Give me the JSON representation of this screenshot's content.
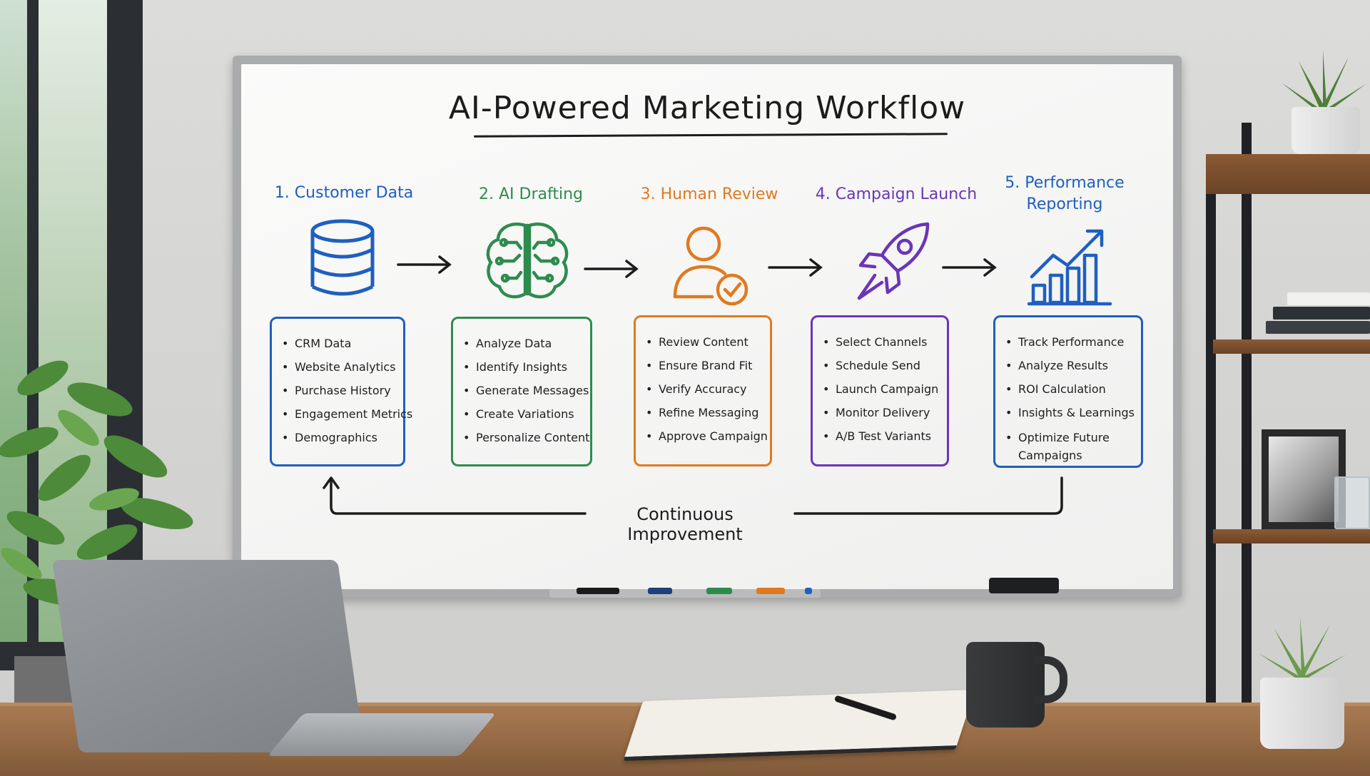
{
  "board": {
    "title": "AI-Powered Marketing Workflow",
    "loop_label": "Continuous Improvement"
  },
  "steps": [
    {
      "title": "1. Customer Data",
      "color": "#1f5fbf",
      "icon": "database-icon",
      "items": [
        "CRM Data",
        "Website Analytics",
        "Purchase History",
        "Engagement Metrics",
        "Demographics"
      ]
    },
    {
      "title": "2. AI Drafting",
      "color": "#2e8b4e",
      "icon": "brain-circuit-icon",
      "items": [
        "Analyze Data",
        "Identify Insights",
        "Generate Messages",
        "Create Variations",
        "Personalize Content"
      ]
    },
    {
      "title": "3. Human Review",
      "color": "#e07a1f",
      "icon": "user-check-icon",
      "items": [
        "Review Content",
        "Ensure Brand Fit",
        "Verify Accuracy",
        "Refine Messaging",
        "Approve Campaign"
      ]
    },
    {
      "title": "4. Campaign Launch",
      "color": "#6a35b8",
      "icon": "rocket-icon",
      "items": [
        "Select Channels",
        "Schedule Send",
        "Launch Campaign",
        "Monitor Delivery",
        "A/B Test Variants"
      ]
    },
    {
      "title_line1": "5. Performance",
      "title_line2": "Reporting",
      "color": "#1f5fbf",
      "icon": "bar-chart-growth-icon",
      "items": [
        "Track Performance",
        "Analyze Results",
        "ROI Calculation",
        "Insights & Learnings",
        "Optimize Future Campaigns"
      ]
    }
  ],
  "marker_colors": [
    "#1b1b1b",
    "#1f3f7a",
    "#2e8b4e",
    "#e07a1f",
    "#1f5fbf"
  ]
}
